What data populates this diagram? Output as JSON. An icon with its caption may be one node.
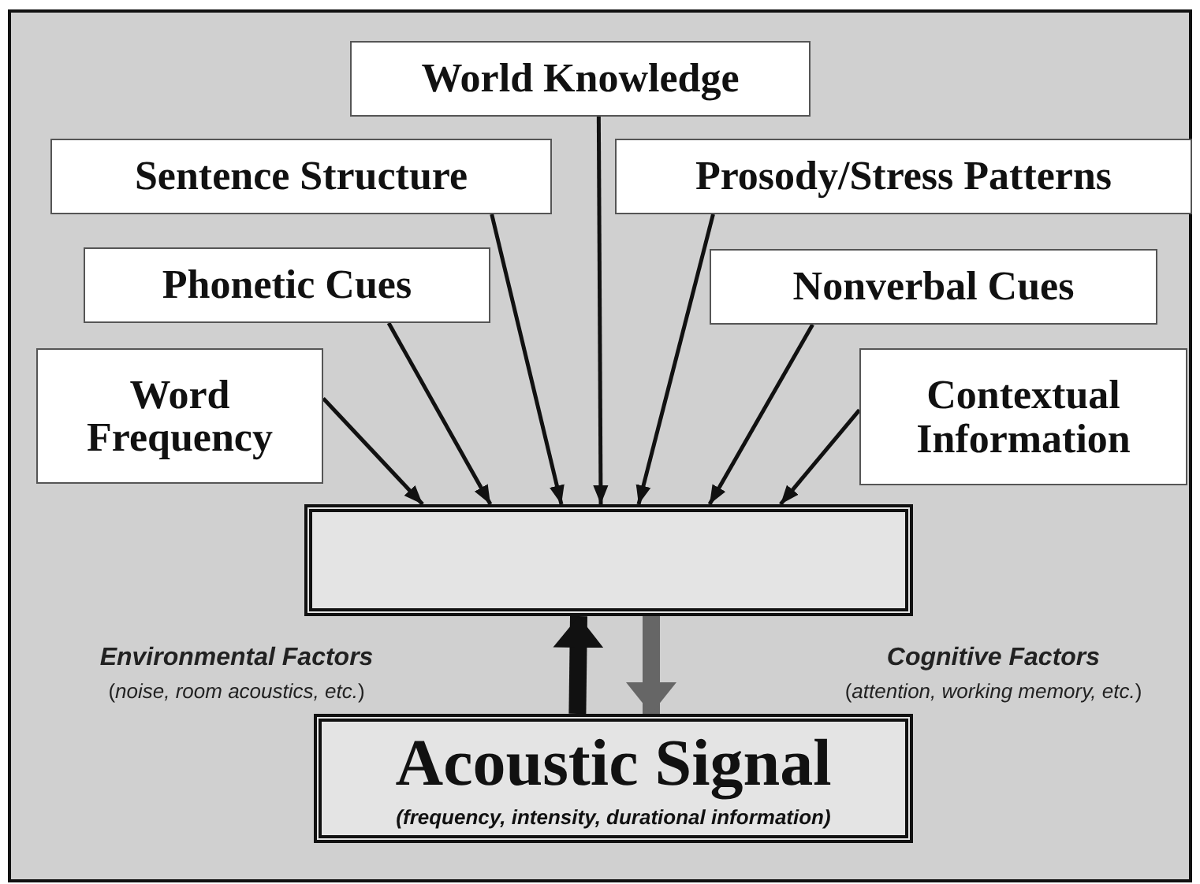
{
  "diagram": {
    "nodes": [
      {
        "text": [
          "World Knowledge"
        ]
      },
      {
        "text": [
          "Sentence Structure"
        ]
      },
      {
        "text": [
          "Prosody/Stress Patterns"
        ]
      },
      {
        "text": [
          "Phonetic Cues"
        ]
      },
      {
        "text": [
          "Nonverbal Cues"
        ]
      },
      {
        "text": [
          "Word Frequency"
        ]
      },
      {
        "text": [
          "Contextual Information"
        ]
      },
      {
        "text": [],
        "shape": "box"
      },
      {
        "text": [
          "Acoustic Signal",
          "(frequency, intensity, durational information)"
        ]
      }
    ],
    "edges": [
      {
        "from": 5,
        "to": 7,
        "arrow": "to"
      },
      {
        "from": 3,
        "to": 7,
        "arrow": "to"
      },
      {
        "from": 1,
        "to": 7,
        "arrow": "to"
      },
      {
        "from": 0,
        "to": 7,
        "arrow": "to"
      },
      {
        "from": 2,
        "to": 7,
        "arrow": "to"
      },
      {
        "from": 4,
        "to": 7,
        "arrow": "to"
      },
      {
        "from": 6,
        "to": 7,
        "arrow": "to"
      },
      {
        "from": 8,
        "to": 7,
        "arrow": "to",
        "style": "thick"
      },
      {
        "from": 7,
        "to": 8,
        "arrow": "to",
        "style": "thick",
        "color": "#666666"
      }
    ],
    "labels": [
      "Environmental Factors",
      "(*noise, room acoustics, etc.*)",
      "Cognitive Factors",
      "(*attention, working memory, etc.*)"
    ]
  }
}
